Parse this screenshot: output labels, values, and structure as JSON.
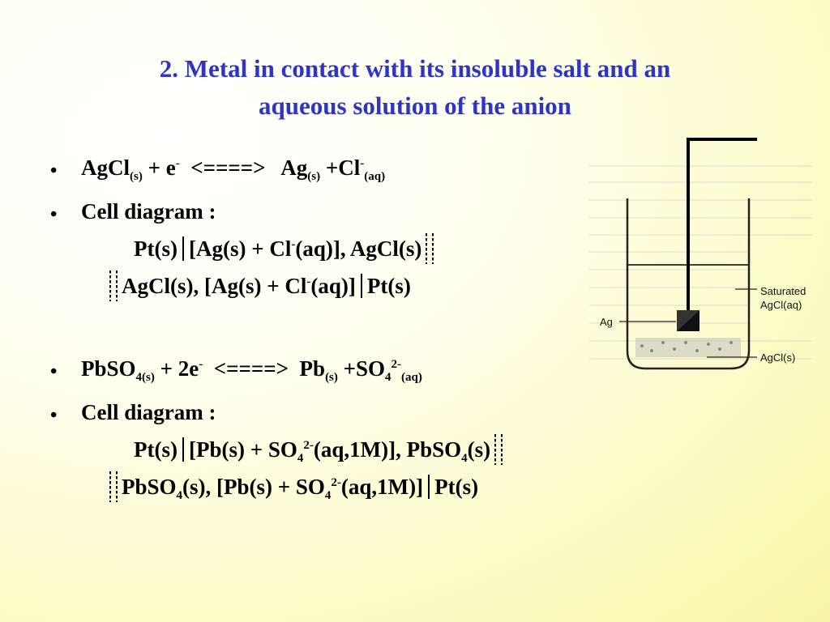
{
  "title": {
    "line1": "2. Metal in contact with its insoluble salt and an",
    "line2": "aqueous solution of the anion"
  },
  "reaction1": {
    "a": "AgCl",
    "a_sub": "(s)",
    "b": " + e",
    "b_sup": "-",
    "arrow": "  <====>   ",
    "c": "Ag",
    "c_sub": "(s)",
    "d": " +Cl",
    "d_sup": "-",
    "d_sub": "(aq)"
  },
  "cell1": {
    "heading": "Cell diagram :",
    "l1_a": "Pt(s)",
    "l1_b": "[Ag(s) + Cl",
    "l1_sup": "-",
    "l1_c": "(aq)], AgCl(s)",
    "l2_a": "AgCl(s), [Ag(s) + Cl",
    "l2_sup": "-",
    "l2_b": "(aq)]",
    "l2_c": "Pt(s)"
  },
  "reaction2": {
    "a": "PbSO",
    "a_sub": "4(s)",
    "b": " + 2e",
    "b_sup": "-",
    "arrow": "  <====>  ",
    "c": "Pb",
    "c_sub": "(s)",
    "d": " +SO",
    "d_sub1": "4",
    "d_sup": "2-",
    "d_sub2": "(aq)"
  },
  "cell2": {
    "heading": "Cell diagram :",
    "l1_a": "Pt(s)",
    "l1_b": "[Pb(s) + SO",
    "l1_sub": "4",
    "l1_sup": "2-",
    "l1_c": "(aq,1M)], PbSO",
    "l1_sub2": "4",
    "l1_d": "(s)",
    "l2_a": "PbSO",
    "l2_sub": "4",
    "l2_b": "(s), [Pb(s) + SO",
    "l2_sub2": "4",
    "l2_sup": "2-",
    "l2_c": "(aq,1M)]",
    "l2_d": "Pt(s)"
  },
  "diagram": {
    "label_saturated": "Saturated",
    "label_agcl_aq": "AgCl(aq)",
    "label_ag": "Ag",
    "label_agcl_s": "AgCl(s)"
  }
}
